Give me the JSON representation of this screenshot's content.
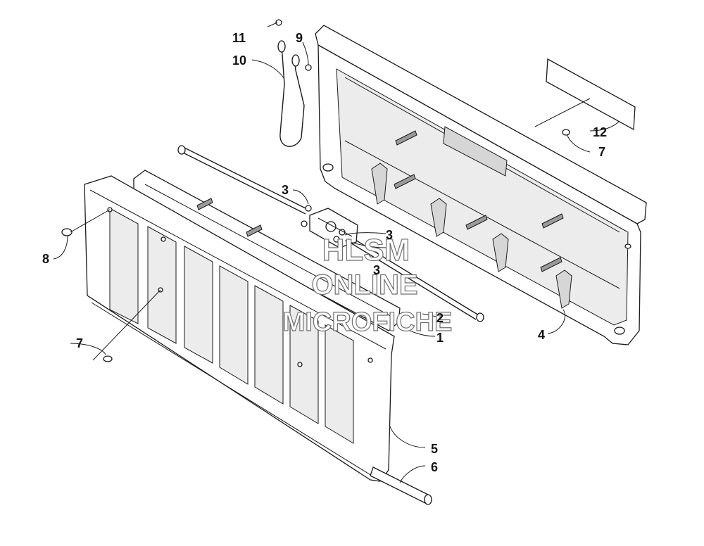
{
  "diagram": {
    "callouts": [
      {
        "id": "c1",
        "label": "1"
      },
      {
        "id": "c2",
        "label": "2"
      },
      {
        "id": "c3a",
        "label": "3"
      },
      {
        "id": "c3b",
        "label": "3"
      },
      {
        "id": "c3c",
        "label": "3"
      },
      {
        "id": "c4",
        "label": "4"
      },
      {
        "id": "c5",
        "label": "5"
      },
      {
        "id": "c6",
        "label": "6"
      },
      {
        "id": "c7a",
        "label": "7"
      },
      {
        "id": "c7b",
        "label": "7"
      },
      {
        "id": "c8",
        "label": "8"
      },
      {
        "id": "c9",
        "label": "9"
      },
      {
        "id": "c10",
        "label": "10"
      },
      {
        "id": "c11",
        "label": "11"
      },
      {
        "id": "c12",
        "label": "12"
      }
    ],
    "watermark": {
      "line1": "HLSM",
      "line2": "ONLINE",
      "line3": "MICROFICHE"
    }
  }
}
